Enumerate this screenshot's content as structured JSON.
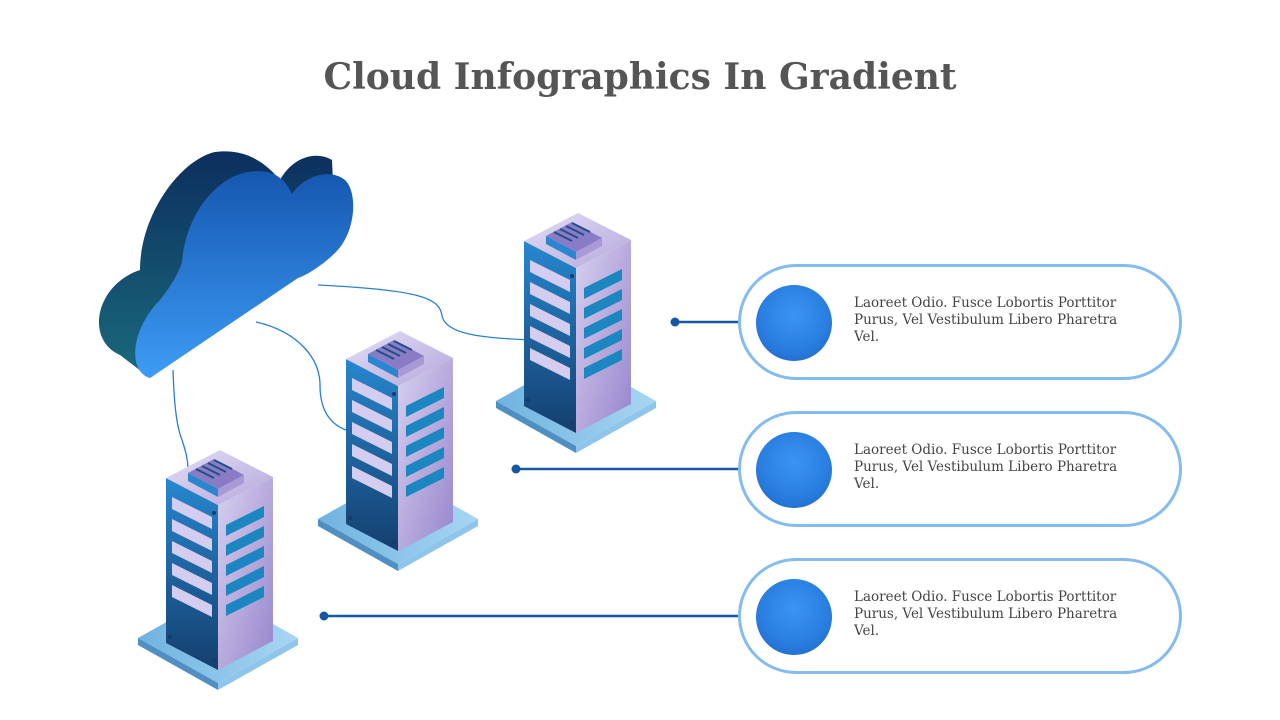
{
  "title": "Cloud Infographics In Gradient",
  "colors": {
    "title": "#555555",
    "connector": "#1558a6",
    "card_border": "#85bcf0",
    "circle": "#2a7fe0",
    "cloud_front": "#2a7fe0",
    "cloud_back": "#0f3e66",
    "server_purple": "#b3a7dc",
    "server_blue": "#1f7cc4"
  },
  "icons": [
    "cloud-icon",
    "server-icon",
    "server-icon",
    "server-icon"
  ],
  "items": [
    {
      "text": "Laoreet Odio. Fusce Lobortis Porttitor Purus, Vel Vestibulum Libero Pharetra Vel."
    },
    {
      "text": "Laoreet Odio. Fusce Lobortis Porttitor Purus, Vel Vestibulum Libero Pharetra Vel."
    },
    {
      "text": "Laoreet Odio. Fusce Lobortis Porttitor Purus, Vel Vestibulum Libero Pharetra Vel."
    }
  ]
}
